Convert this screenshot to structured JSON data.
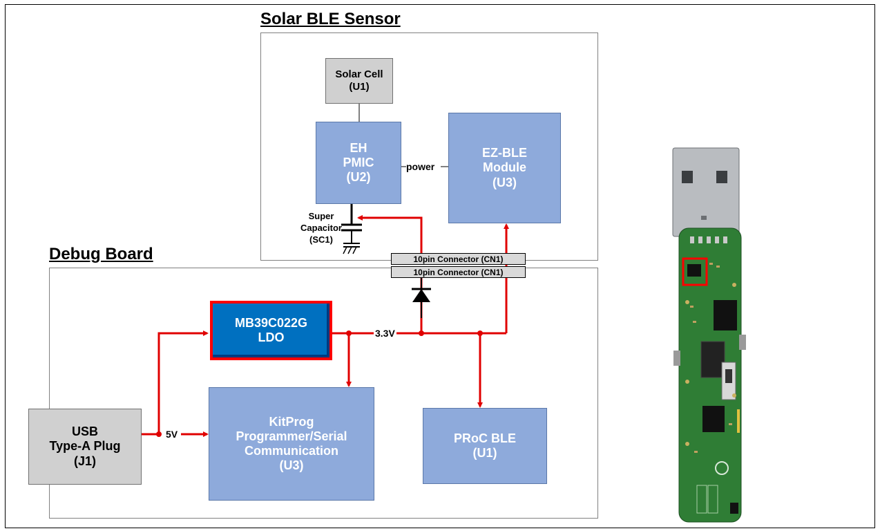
{
  "solar": {
    "title": "Solar BLE Sensor",
    "solar_cell": [
      "Solar Cell",
      "(U1)"
    ],
    "pmic": [
      "EH",
      "PMIC",
      "(U2)"
    ],
    "power_label": "power",
    "ezble": [
      "EZ-BLE",
      "Module",
      "(U3)"
    ],
    "supercap": [
      "Super",
      "Capacitor",
      "(SC1)"
    ],
    "connector": "10pin Connector (CN1)"
  },
  "debug": {
    "title": "Debug Board",
    "connector": "10pin Connector (CN1)",
    "ldo": [
      "MB39C022G",
      "LDO"
    ],
    "v33": "3.3V",
    "v5": "5V",
    "usb": [
      "USB",
      "Type-A Plug",
      "(J1)"
    ],
    "kitprog": [
      "KitProg",
      "Programmer/Serial",
      "Communication",
      "(U3)"
    ],
    "proc": [
      "PRoC BLE",
      "(U1)"
    ]
  },
  "colors": {
    "block_fill": "#8eaadb",
    "ldo_fill": "#0070c0",
    "highlight": "#ff0000",
    "grey_fill": "#d0d0d0",
    "pcb_green": "#2f7d35"
  }
}
